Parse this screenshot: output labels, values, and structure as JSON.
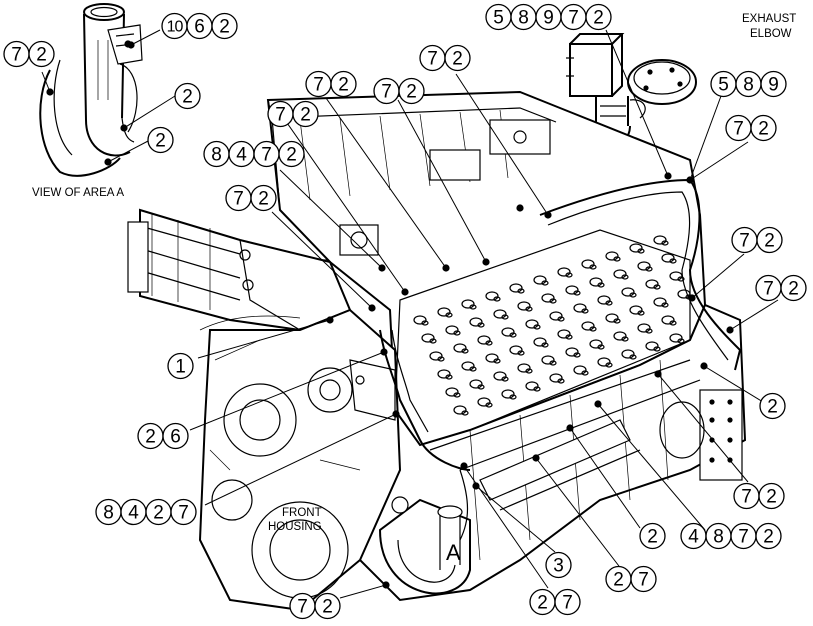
{
  "labels": {
    "view_of_area": "VIEW OF AREA  A",
    "exhaust_line1": "EXHAUST",
    "exhaust_line2": "ELBOW",
    "front_line1": "FRONT",
    "front_line2": "HOUSING",
    "area_letter": "A"
  },
  "callouts": [
    {
      "id": "c-10-6-2",
      "digits": [
        "10",
        "6",
        "2"
      ]
    },
    {
      "id": "c-7-2-a",
      "digits": [
        "7",
        "2"
      ]
    },
    {
      "id": "c-2-a",
      "digits": [
        "2"
      ]
    },
    {
      "id": "c-2-b",
      "digits": [
        "2"
      ]
    },
    {
      "id": "c-5-8-9-7-2",
      "digits": [
        "5",
        "8",
        "9",
        "7",
        "2"
      ]
    },
    {
      "id": "c-5-8-9",
      "digits": [
        "5",
        "8",
        "9"
      ]
    },
    {
      "id": "c-7-2-b",
      "digits": [
        "7",
        "2"
      ]
    },
    {
      "id": "c-7-2-c",
      "digits": [
        "7",
        "2"
      ]
    },
    {
      "id": "c-7-2-d",
      "digits": [
        "7",
        "2"
      ]
    },
    {
      "id": "c-7-2-e",
      "digits": [
        "7",
        "2"
      ]
    },
    {
      "id": "c-7-2-f",
      "digits": [
        "7",
        "2"
      ]
    },
    {
      "id": "c-8-4-7-2",
      "digits": [
        "8",
        "4",
        "7",
        "2"
      ]
    },
    {
      "id": "c-7-2-g",
      "digits": [
        "7",
        "2"
      ]
    },
    {
      "id": "c-7-2-h",
      "digits": [
        "7",
        "2"
      ]
    },
    {
      "id": "c-7-2-i",
      "digits": [
        "7",
        "2"
      ]
    },
    {
      "id": "c-1",
      "digits": [
        "1"
      ]
    },
    {
      "id": "c-2-c",
      "digits": [
        "2"
      ]
    },
    {
      "id": "c-2-6",
      "digits": [
        "2",
        "6"
      ]
    },
    {
      "id": "c-8-4-2-7",
      "digits": [
        "8",
        "4",
        "2",
        "7"
      ]
    },
    {
      "id": "c-7-2-j",
      "digits": [
        "7",
        "2"
      ]
    },
    {
      "id": "c-2-d",
      "digits": [
        "2"
      ]
    },
    {
      "id": "c-4-8-7-2",
      "digits": [
        "4",
        "8",
        "7",
        "2"
      ]
    },
    {
      "id": "c-3",
      "digits": [
        "3"
      ]
    },
    {
      "id": "c-2-7-a",
      "digits": [
        "2",
        "7"
      ]
    },
    {
      "id": "c-2-7-b",
      "digits": [
        "2",
        "7"
      ]
    },
    {
      "id": "c-7-2-k",
      "digits": [
        "7",
        "2"
      ]
    }
  ]
}
